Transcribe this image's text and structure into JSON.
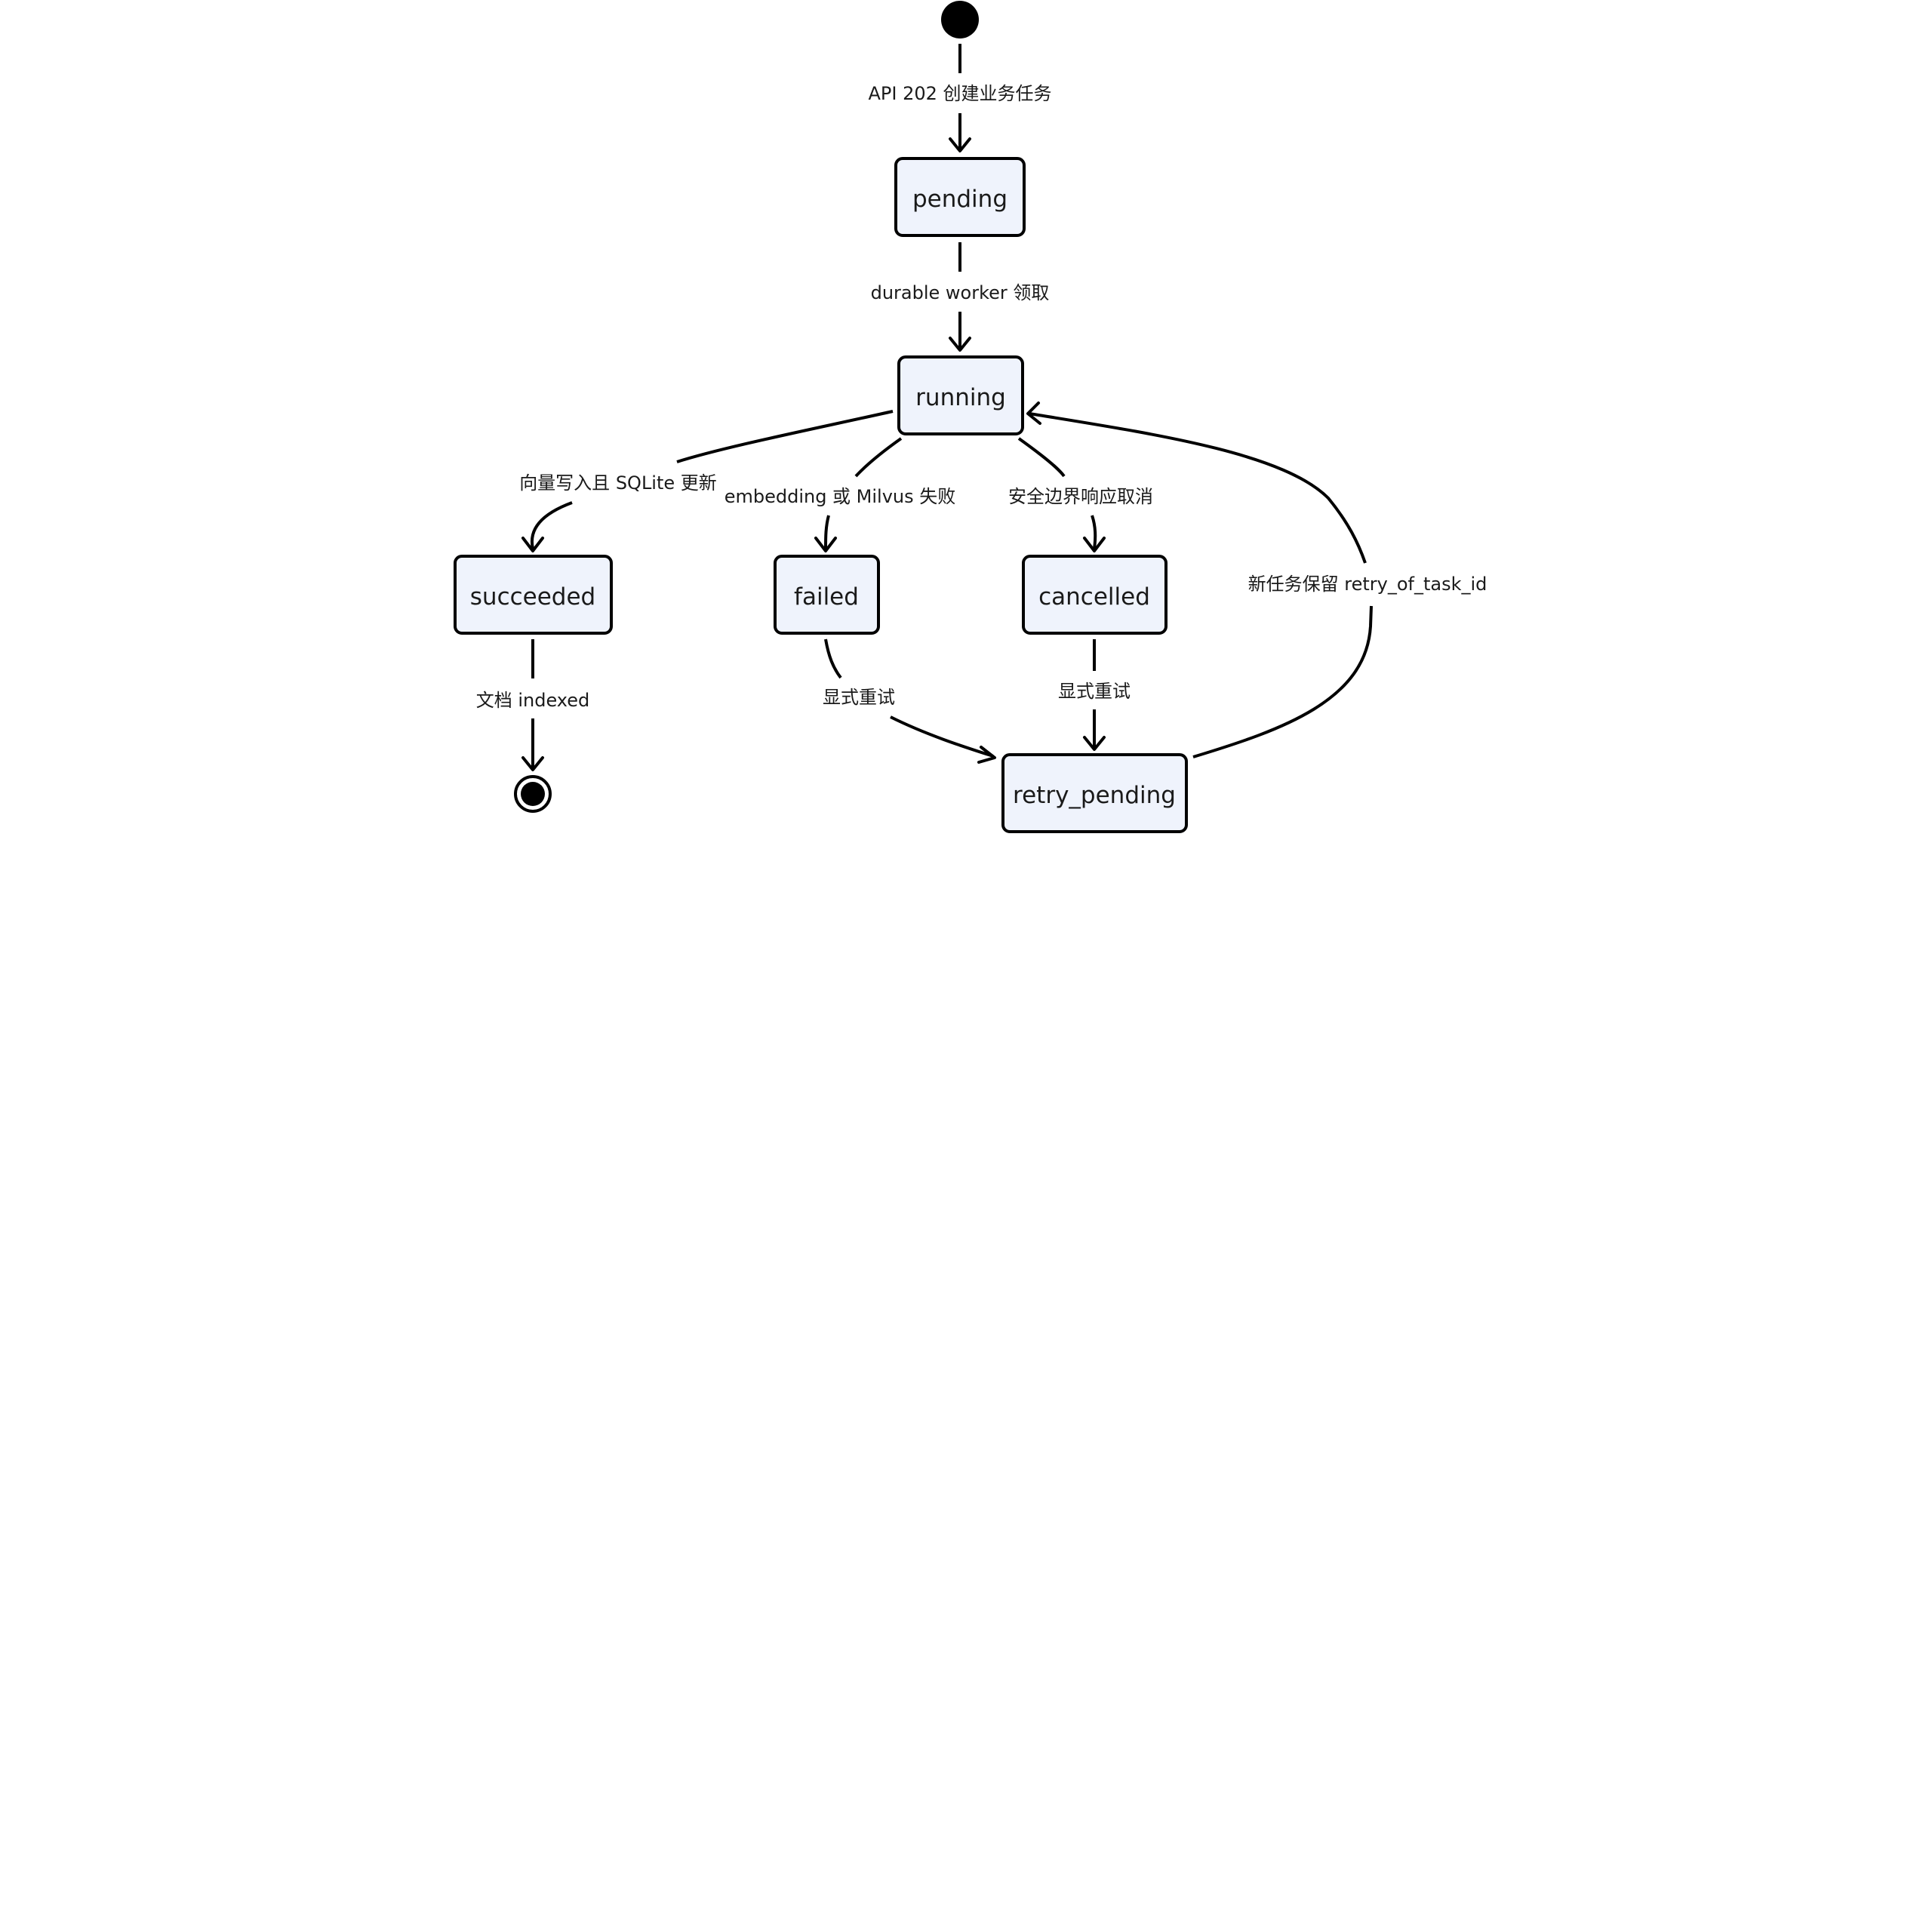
{
  "diagram": {
    "type": "state-diagram",
    "states": {
      "pending": "pending",
      "running": "running",
      "succeeded": "succeeded",
      "failed": "failed",
      "cancelled": "cancelled",
      "retry_pending": "retry_pending"
    },
    "transitions": [
      {
        "from": "start",
        "to": "pending",
        "label": "API 202 创建业务任务"
      },
      {
        "from": "pending",
        "to": "running",
        "label": "durable worker 领取"
      },
      {
        "from": "running",
        "to": "succeeded",
        "label": "向量写入且 SQLite 更新"
      },
      {
        "from": "running",
        "to": "failed",
        "label": "embedding 或 Milvus 失败"
      },
      {
        "from": "running",
        "to": "cancelled",
        "label": "安全边界响应取消"
      },
      {
        "from": "retry_pending",
        "to": "running",
        "label": "新任务保留 retry_of_task_id"
      },
      {
        "from": "succeeded",
        "to": "end",
        "label": "文档 indexed"
      },
      {
        "from": "failed",
        "to": "retry_pending",
        "label": "显式重试"
      },
      {
        "from": "cancelled",
        "to": "retry_pending",
        "label": "显式重试"
      }
    ]
  }
}
